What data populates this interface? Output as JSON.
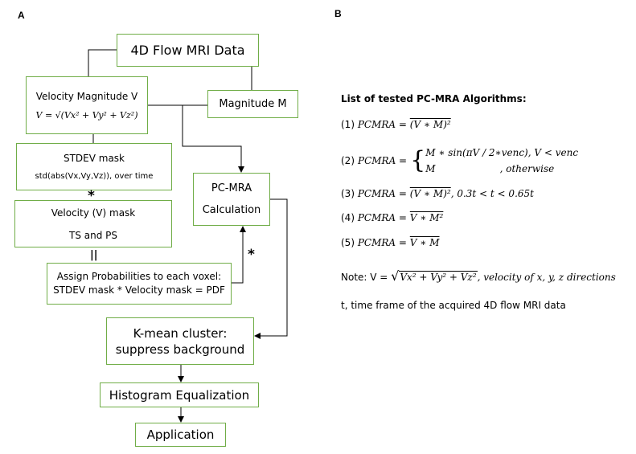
{
  "panels": {
    "a_label": "A",
    "b_label": "B"
  },
  "flowchart": {
    "data_box": "4D Flow MRI Data",
    "velocity_box": {
      "title": "Velocity Magnitude V",
      "formula": "V = √(Vx² + Vy² + Vz²)"
    },
    "magnitude_box": "Magnitude M",
    "stdev_box": {
      "title": "STDEV mask",
      "formula": "std(abs(Vx,Vy,Vz)), over time"
    },
    "multiply_symbol": "*",
    "velocity_mask_box": {
      "title": "Velocity (V) mask",
      "subtitle": "TS and PS"
    },
    "equals_symbol": "||",
    "assign_box": {
      "line1": "Assign Probabilities to each voxel:",
      "line2": "STDEV mask * Velocity mask = PDF"
    },
    "pcmra_box": {
      "line1": "PC-MRA",
      "line2": "Calculation"
    },
    "arrow_symbol": "*",
    "kmean_box": {
      "line1": "K-mean cluster:",
      "line2": "suppress background"
    },
    "histogram_box": "Histogram Equalization",
    "application_box": "Application"
  },
  "algorithms": {
    "heading": "List of tested PC-MRA Algorithms:",
    "items": [
      {
        "num": "(1)",
        "lhs": "PCMRA =",
        "rhs": "(V ∗ M)²",
        "cond": ""
      },
      {
        "num": "(2)",
        "lhs": "PCMRA =",
        "case1": "M ∗ sin(πV / 2∗venc), V < venc",
        "case2": "M                     , otherwise"
      },
      {
        "num": "(3)",
        "lhs": "PCMRA =",
        "rhs": "(V ∗ M)²",
        "cond": ",  0.3t < t < 0.65t"
      },
      {
        "num": "(4)",
        "lhs": "PCMRA =",
        "rhs": "V ∗ M²",
        "cond": ""
      },
      {
        "num": "(5)",
        "lhs": "PCMRA =",
        "rhs": "V ∗ M",
        "cond": ""
      }
    ],
    "note_prefix": "Note: V =",
    "note_formula": "Vx² + Vy² + Vz²",
    "note_suffix": ",  velocity of x, y, z directions",
    "time_note": "t, time frame of the acquired 4D flow MRI data"
  }
}
